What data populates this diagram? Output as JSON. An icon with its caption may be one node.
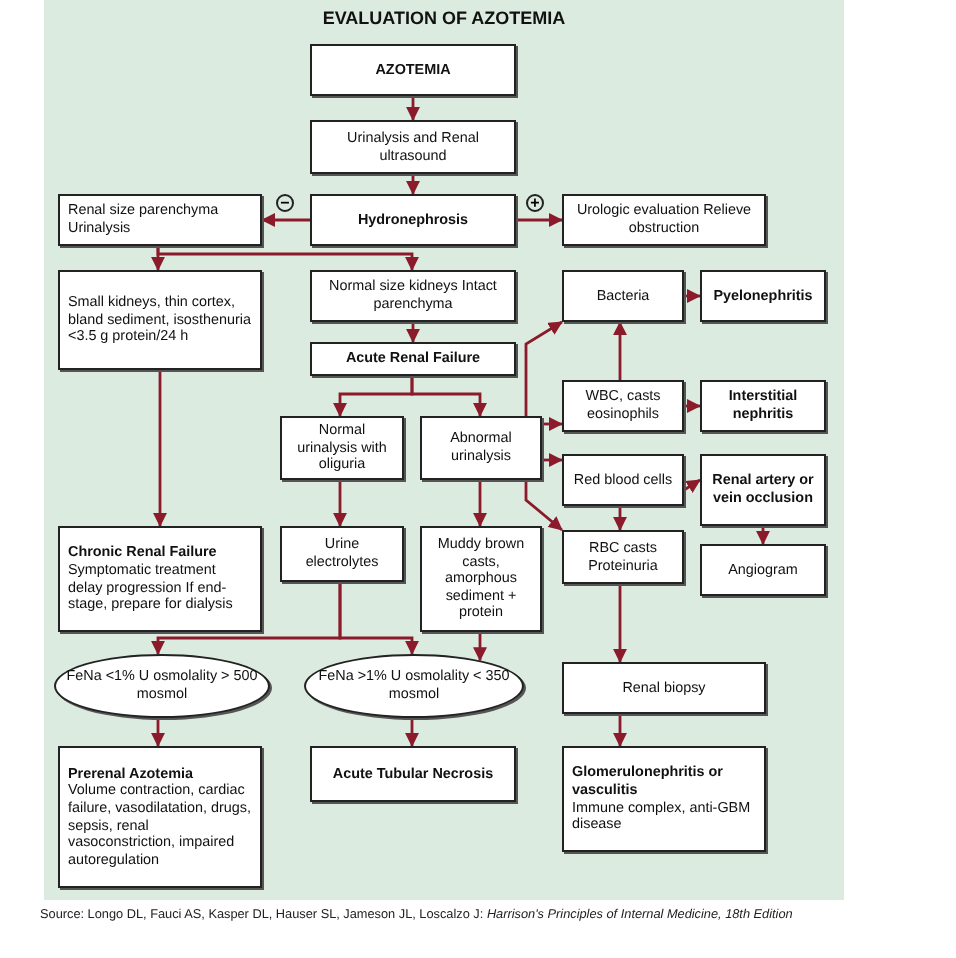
{
  "diagram": {
    "title": "EVALUATION OF AZOTEMIA",
    "caption": "Source: Longo DL, Fauci AS, Kasper DL, Hauser SL, Jameson JL, Loscalzo J: *Harrison's Principles of Internal Medicine, 18th Edition*",
    "nodes": [
      {
        "text": [
          "AZOTEMIA"
        ]
      },
      {
        "text": [
          "Urinalysis and Renal ultrasound"
        ]
      },
      {
        "text": [
          "Hydronephrosis"
        ]
      },
      {
        "text": [
          "Renal size parenchyma Urinalysis"
        ]
      },
      {
        "text": [
          "Urologic evaluation Relieve obstruction"
        ]
      },
      {
        "text": [
          "Small kidneys, thin cortex, bland sediment, isosthenuria <3.5 g protein/24 h"
        ]
      },
      {
        "text": [
          "Normal size kidneys Intact parenchyma"
        ]
      },
      {
        "text": [
          "Acute Renal Failure"
        ]
      },
      {
        "text": [
          "Normal urinalysis with oliguria"
        ]
      },
      {
        "text": [
          "Abnormal urinalysis"
        ]
      },
      {
        "text": [
          "Bacteria"
        ]
      },
      {
        "text": [
          "Pyelonephritis"
        ]
      },
      {
        "text": [
          "WBC, casts eosinophils"
        ]
      },
      {
        "text": [
          "Interstitial nephritis"
        ]
      },
      {
        "text": [
          "Red blood cells"
        ]
      },
      {
        "text": [
          "Renal artery or vein occlusion"
        ]
      },
      {
        "text": [
          "RBC casts Proteinuria"
        ]
      },
      {
        "text": [
          "Angiogram"
        ]
      },
      {
        "text": [
          "Chronic Renal Failure",
          "Symptomatic treatment delay progression If end-stage, prepare for dialysis"
        ]
      },
      {
        "text": [
          "Urine electrolytes"
        ]
      },
      {
        "text": [
          "Muddy brown casts, amorphous sediment + protein"
        ]
      },
      {
        "text": [
          "FeNa <1% U osmolality > 500 mosmol"
        ]
      },
      {
        "text": [
          "FeNa >1% U osmolality < 350 mosmol"
        ]
      },
      {
        "text": [
          "Renal biopsy"
        ]
      },
      {
        "text": [
          "Prerenal Azotemia",
          "Volume contraction, cardiac failure, vasodilatation, drugs, sepsis, renal vasoconstriction, impaired autoregulation"
        ]
      },
      {
        "text": [
          "Acute Tubular Necrosis"
        ]
      },
      {
        "text": [
          "Glomerulonephritis or vasculitis",
          "Immune complex, anti-GBM disease"
        ]
      }
    ],
    "edges": [
      {
        "from": 0,
        "to": 1,
        "arrow": "to"
      },
      {
        "from": 1,
        "to": 2,
        "arrow": "to"
      },
      {
        "from": 2,
        "to": 3,
        "arrow": "to",
        "label": "−"
      },
      {
        "from": 2,
        "to": 4,
        "arrow": "to",
        "label": "+"
      },
      {
        "from": 3,
        "to": 5,
        "arrow": "to"
      },
      {
        "from": 3,
        "to": 6,
        "arrow": "to"
      },
      {
        "from": 6,
        "to": 7,
        "arrow": "to"
      },
      {
        "from": 7,
        "to": 8,
        "arrow": "to"
      },
      {
        "from": 7,
        "to": 9,
        "arrow": "to"
      },
      {
        "from": 9,
        "to": 10,
        "arrow": "to"
      },
      {
        "from": 9,
        "to": 12,
        "arrow": "to"
      },
      {
        "from": 9,
        "to": 14,
        "arrow": "to"
      },
      {
        "from": 9,
        "to": 16,
        "arrow": "to"
      },
      {
        "from": 10,
        "to": 11,
        "arrow": "to"
      },
      {
        "from": 12,
        "to": 10,
        "arrow": "to"
      },
      {
        "from": 12,
        "to": 13,
        "arrow": "to"
      },
      {
        "from": 14,
        "to": 15,
        "arrow": "to"
      },
      {
        "from": 14,
        "to": 16,
        "arrow": "to"
      },
      {
        "from": 15,
        "to": 17,
        "arrow": "to"
      },
      {
        "from": 16,
        "to": 23,
        "arrow": "to"
      },
      {
        "from": 23,
        "to": 26,
        "arrow": "to"
      },
      {
        "from": 5,
        "to": 18,
        "arrow": "to"
      },
      {
        "from": 8,
        "to": 19,
        "arrow": "to"
      },
      {
        "from": 9,
        "to": 20,
        "arrow": "to"
      },
      {
        "from": 19,
        "to": 21,
        "arrow": "to"
      },
      {
        "from": 19,
        "to": 22,
        "arrow": "to"
      },
      {
        "from": 20,
        "to": 22,
        "arrow": "to"
      },
      {
        "from": 21,
        "to": 24,
        "arrow": "to"
      },
      {
        "from": 22,
        "to": 25,
        "arrow": "to"
      }
    ]
  }
}
